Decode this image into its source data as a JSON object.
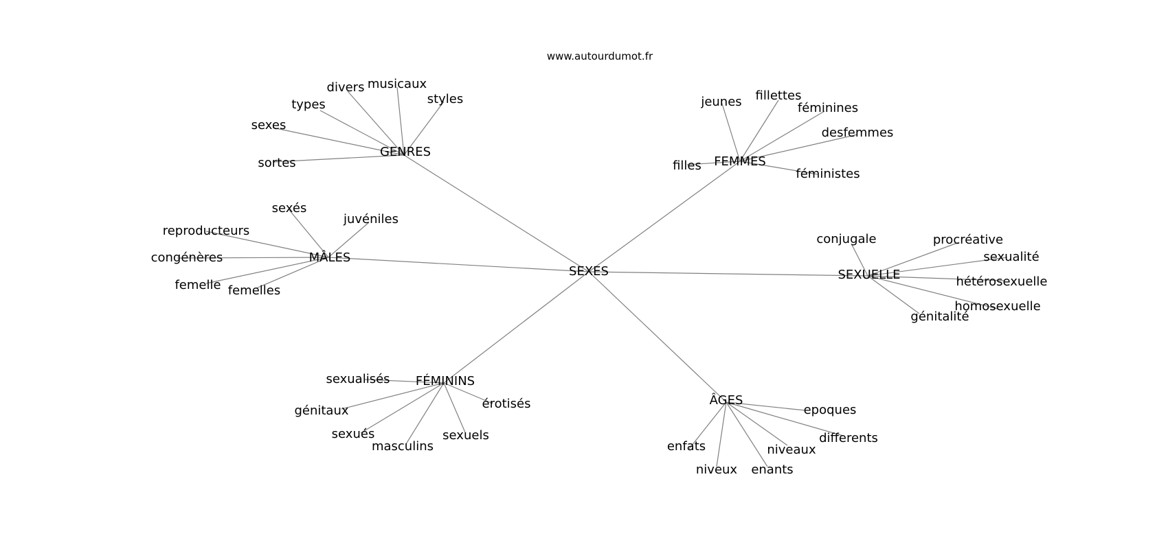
{
  "source": "www.autourdumot.fr",
  "center": "SEXES",
  "groups": [
    {
      "hub": "GENRES",
      "leaves": [
        "sortes",
        "sexes",
        "types",
        "divers",
        "musicaux",
        "styles"
      ]
    },
    {
      "hub": "FEMMES",
      "leaves": [
        "filles",
        "jeunes",
        "fillettes",
        "féminines",
        "desfemmes",
        "féministes"
      ]
    },
    {
      "hub": "MÂLES",
      "leaves": [
        "sexés",
        "juvéniles",
        "reproducteurs",
        "congénères",
        "femelle",
        "femelles"
      ]
    },
    {
      "hub": "SEXUELLE",
      "leaves": [
        "conjugale",
        "procréative",
        "sexualité",
        "hétérosexuelle",
        "homosexuelle",
        "génitalité"
      ]
    },
    {
      "hub": "FÉMININS",
      "leaves": [
        "sexualisés",
        "génitaux",
        "sexués",
        "masculins",
        "sexuels",
        "érotisés"
      ]
    },
    {
      "hub": "ÂGES",
      "leaves": [
        "epoques",
        "differents",
        "niveaux",
        "enants",
        "niveux",
        "enfats"
      ]
    }
  ]
}
